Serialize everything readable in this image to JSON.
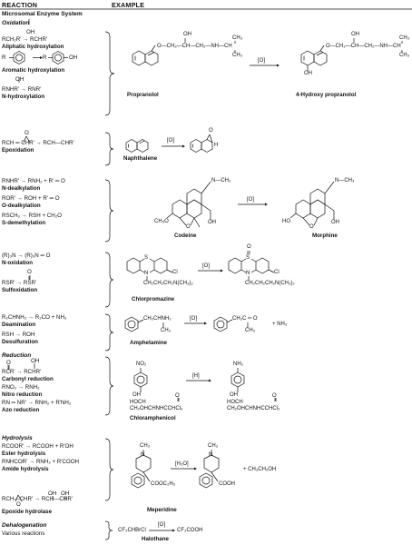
{
  "headers": {
    "reaction": "REACTION",
    "example": "EXAMPLE"
  },
  "subtitle": "Microsomal Enzyme System",
  "sections": {
    "oxidation": "Oxidation",
    "reduction": "Reduction",
    "hydrolysis": "Hydrolysis",
    "dehalogenation": "Dehalogenation"
  },
  "left": {
    "aliph_formula": "RCH₂R′ → RCHR′",
    "aliph_oh": "OH",
    "aliph": "Aliphatic hydroxylation",
    "arom_r1": "R",
    "arom_r2": "R",
    "arom_oh": "OH",
    "arom": "Aromatic hydroxylation",
    "nhyd_oh": "OH",
    "nhyd_formula": "RNHR′ → RNR′",
    "nhyd": "N-hydroxylation",
    "epox_formula": "RCH ═ CHR′ → RCH—CHR′",
    "epox_o": "O",
    "epox": "Epoxidation",
    "ndeal_formula": "RNHR′ → RNH₂ + R′ ═ O",
    "ndeal": "N-dealkylation",
    "odeal_formula": "ROR′ → ROH + R′ ═ O",
    "odeal": "O-dealkylation",
    "sdem_formula": "RSCH₃ → RSH + CH₂O",
    "sdem": "S-demethylation",
    "nox_formula": "(R)₃N → (R)₃N ═ O",
    "nox": "N-oxidation",
    "sulf_o": "O",
    "sulf_formula": "RSR′ → RSR′",
    "sulf": "Sulfoxidation",
    "deam_formula": "R₂CHNH₂ → R₂CO + NH₃",
    "deam": "Deamination",
    "desulf_formula": "RSH → ROH",
    "desulf": "Desulfuration",
    "carb_o": "O",
    "carb_oh": "OH",
    "carb_formula": "RCR′ → RCHR′",
    "carb": "Carbonyl reduction",
    "nitro_formula": "RNO₂ → RNH₂",
    "nitro": "Nitro reduction",
    "azo_formula": "RN ═ NR′ → RNH₂ + R′NH₂",
    "azo": "Azo reduction",
    "ester_formula": "RCOOR′ → RCOOH + R′OH",
    "ester": "Ester hydrolysis",
    "amide_formula": "RNHCOR′ → RNH₂ + R′COOH",
    "amide": "Amide hydrolysis",
    "epoxh_o": "O",
    "epoxh_oh1": "OH",
    "epoxh_oh2": "OH",
    "epoxh_formula": "RCH—CHR′ → RCH—CHR′",
    "epoxh": "Epoxide hydrolase",
    "various": "Various reactions"
  },
  "examples": {
    "propranolol": "Propranolol",
    "hydroxy_propranolol": "4-Hydroxy propranolol",
    "naphthalene": "Naphthalene",
    "codeine": "Codeine",
    "morphine": "Morphine",
    "chlorpromazine": "Chlorpromazine",
    "amphetamine": "Amphetamine",
    "chloramphenicol": "Chloramphenicol",
    "meperidine": "Meperidine",
    "halothane": "Halothane"
  },
  "arrows": {
    "o": "[O]",
    "h": "[H]",
    "h2o": "[H₂O]"
  },
  "struct_labels": {
    "prop_chain": "O—CH₂—CH—CH₂—NH—CH",
    "oh": "OH",
    "ch3": "CH₃",
    "n_ch3": "N—CH₃",
    "ch3o": "CH₃O",
    "ho": "HO",
    "o": "O",
    "s": "S",
    "cl": "Cl",
    "n": "N",
    "h": "H",
    "side_chain": "CH₂CH₂CH₂N(CH₃)₂",
    "amph_chain": "CH₂CHNH₂",
    "amph_prod": "CH₂C ═ O",
    "nh3": "+ NH₃",
    "no2": "NO₂",
    "nh2": "NH₂",
    "hoch": "HOCH",
    "chl_chain": "CH₂OHCHNHCCHCl₂",
    "cooc2h5": "COOC₂H₅",
    "cooh": "COOH",
    "etoh": "+ CH₃CH₂OH",
    "halo_reac": "CF₃CHBrCl",
    "halo_prod": "CF₃COOH"
  }
}
